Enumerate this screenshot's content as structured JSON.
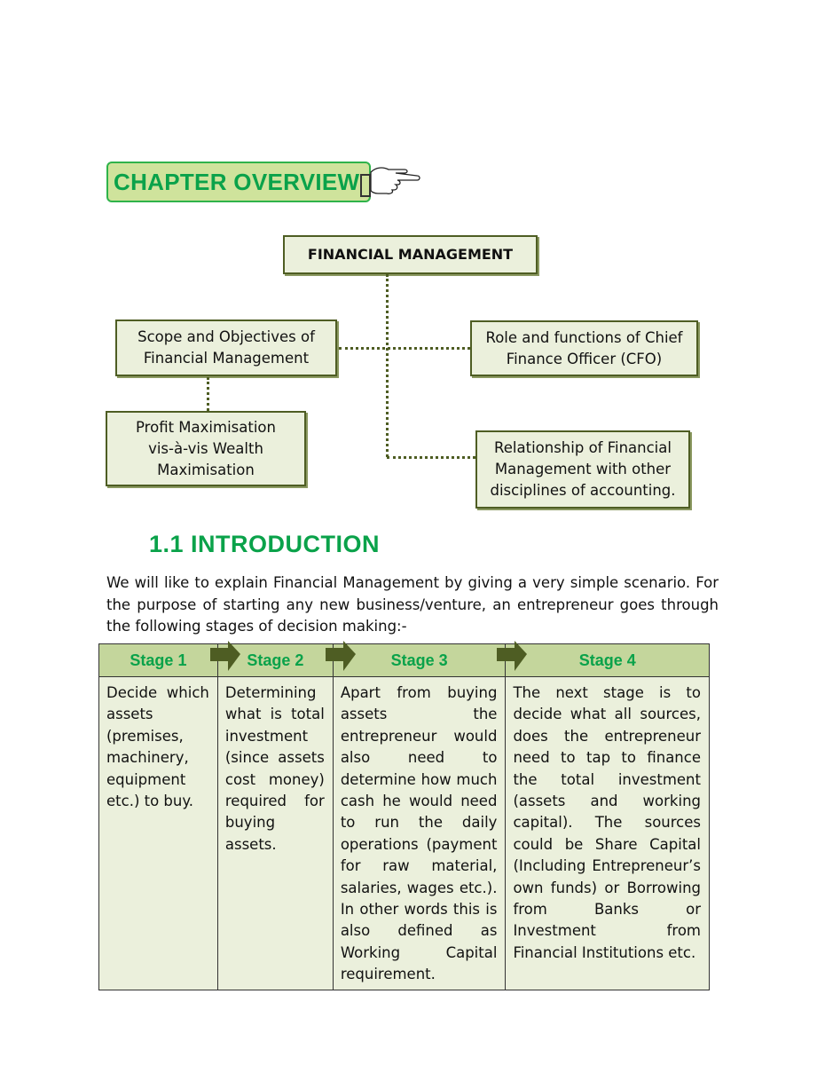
{
  "chapter_overview": {
    "label": "CHAPTER OVERVIEW"
  },
  "diagram": {
    "root": "FINANCIAL MANAGEMENT",
    "scope": "Scope and Objectives of Financial Management",
    "role": "Role and functions of Chief Finance Officer (CFO)",
    "profit": "Profit Maximisation vis-à-vis Wealth Maximisation",
    "relationship": "Relationship of Financial Management with other disciplines of accounting."
  },
  "section": {
    "heading": "1.1 INTRODUCTION",
    "paragraph": "We will like to explain Financial Management by giving a very simple scenario. For the purpose of starting any new business/venture, an entrepreneur goes through the following stages of decision making:-"
  },
  "table": {
    "headers": [
      "Stage 1",
      "Stage 2",
      "Stage 3",
      "Stage 4"
    ],
    "cells": [
      "Decide which assets (premises, machinery, equipment etc.) to buy.",
      "Determining what is total investment (since assets cost money) required for buying assets.",
      "Apart from buying assets the entrepreneur would also need to determine how much cash he would need to run the daily operations (payment for raw material, salaries, wages etc.). In other words this is also defined as Working Capital requirement.",
      "The next stage is to decide what all sources, does the entrepreneur need to tap to finance the total investment (assets and working capital). The sources could be Share Capital (Including Entrepreneur’s own funds) or Borrowing from Banks or Investment from Financial Institutions etc."
    ]
  },
  "colors": {
    "accent": "#0aa24a",
    "box_fill": "#ebf0dc",
    "header_fill": "#c4d69c",
    "border": "#4e5d23"
  }
}
